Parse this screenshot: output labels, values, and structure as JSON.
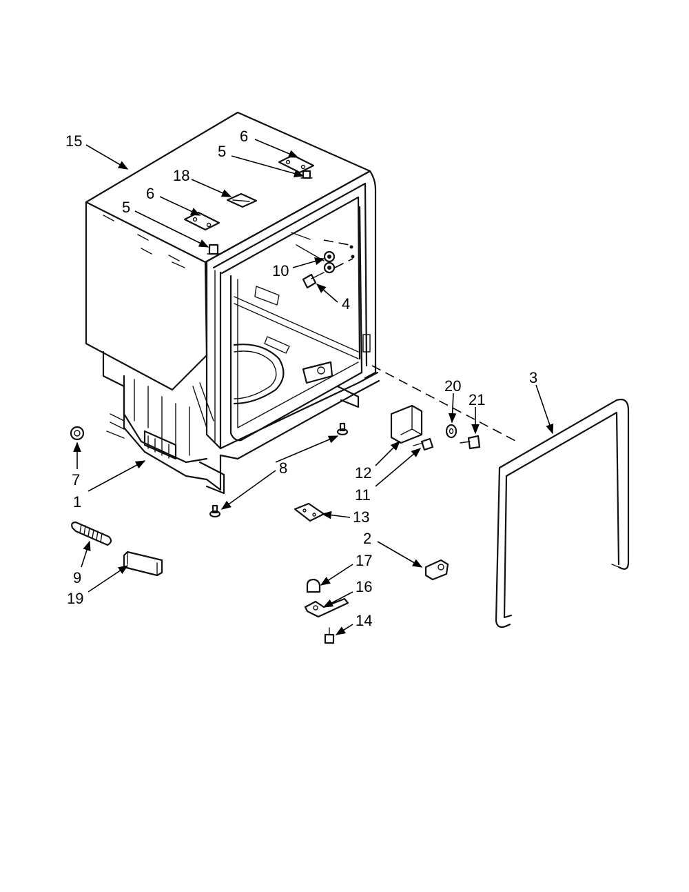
{
  "callouts": [
    {
      "id": "c15",
      "text": "15"
    },
    {
      "id": "c6a",
      "text": "6"
    },
    {
      "id": "c5a",
      "text": "5"
    },
    {
      "id": "c18",
      "text": "18"
    },
    {
      "id": "c6b",
      "text": "6"
    },
    {
      "id": "c5b",
      "text": "5"
    },
    {
      "id": "c10",
      "text": "10"
    },
    {
      "id": "c4",
      "text": "4"
    },
    {
      "id": "c3",
      "text": "3"
    },
    {
      "id": "c20",
      "text": "20"
    },
    {
      "id": "c21",
      "text": "21"
    },
    {
      "id": "c7",
      "text": "7"
    },
    {
      "id": "c1",
      "text": "1"
    },
    {
      "id": "c8",
      "text": "8"
    },
    {
      "id": "c12",
      "text": "12"
    },
    {
      "id": "c11",
      "text": "11"
    },
    {
      "id": "c13",
      "text": "13"
    },
    {
      "id": "c2",
      "text": "2"
    },
    {
      "id": "c9",
      "text": "9"
    },
    {
      "id": "c19",
      "text": "19"
    },
    {
      "id": "c17",
      "text": "17"
    },
    {
      "id": "c16",
      "text": "16"
    },
    {
      "id": "c14",
      "text": "14"
    }
  ]
}
